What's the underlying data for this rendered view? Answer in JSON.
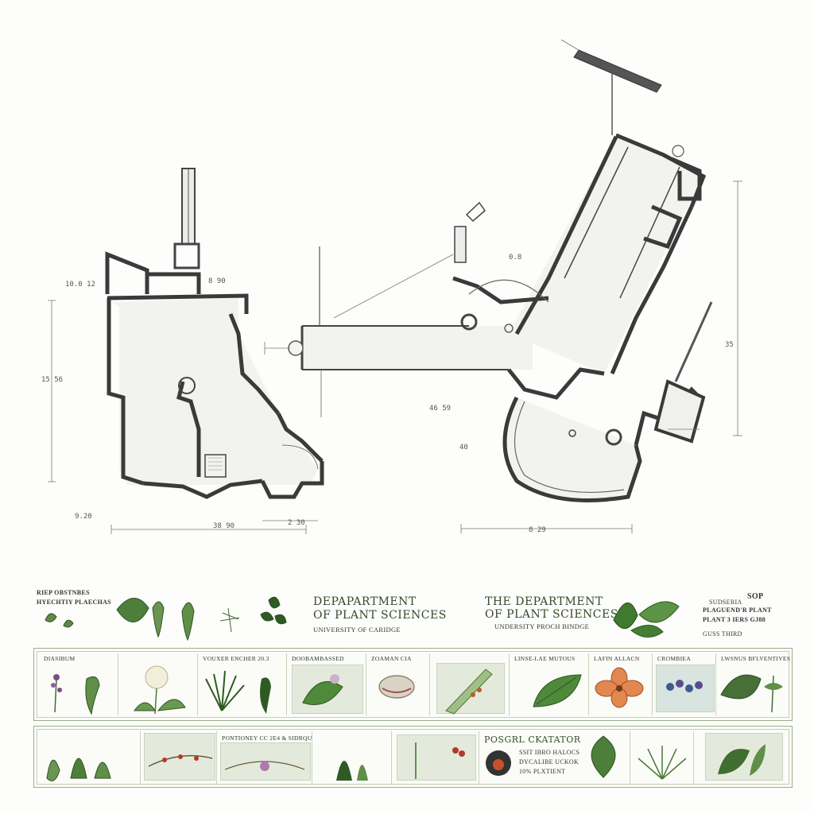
{
  "plan": {
    "dimensions": [
      "10.0 12",
      "15 56",
      "8 90",
      "9.20",
      "38 90",
      "2 30",
      "0.8",
      "46 59",
      "40",
      "8 29",
      "35"
    ]
  },
  "banner_header": {
    "left_caption": [
      "RIEP OBSTNBES",
      "HYECHTIY PLAECHAS"
    ],
    "dept_left_title": [
      "DEPAPARTMENT",
      "OF PLANT SCIENCES"
    ],
    "dept_left_sub": "UNIVERSITY OF CARIDGE",
    "dept_right_title": [
      "THE DEPARTMENT",
      "OF PLANT SCIENCES"
    ],
    "dept_right_sub": "UNDERSITY PROCH BINDGE",
    "right_caption": [
      "PLAGUEND'R PLANT",
      "PLANT 3 IERS GJ88"
    ],
    "right_top_small": "SUDSERIA",
    "right_top_code": "SOP",
    "right_bottom_small": "GUSS THIRD"
  },
  "row1": {
    "labels": [
      "DIASIBUM",
      "VOUXER ENCHER 20.3",
      "DOOBAMBASSED",
      "ZOAMAN CIA",
      "",
      "LINSE-LAE MUTOUS",
      "LAFIN ALLACN",
      "CROMBIEA",
      "LWSNUS BFLVENTIVES"
    ]
  },
  "row2": {
    "labels": [
      "",
      "",
      "",
      "PONTIONEY CC 2E4 & SIDRQU",
      "",
      ""
    ],
    "poster_title": "POSGRL CKATATOR",
    "poster_lines": [
      "SSIT IBRO HALOCS",
      "DYCALIBE UCKOK",
      "10% PLXTIENT"
    ]
  }
}
